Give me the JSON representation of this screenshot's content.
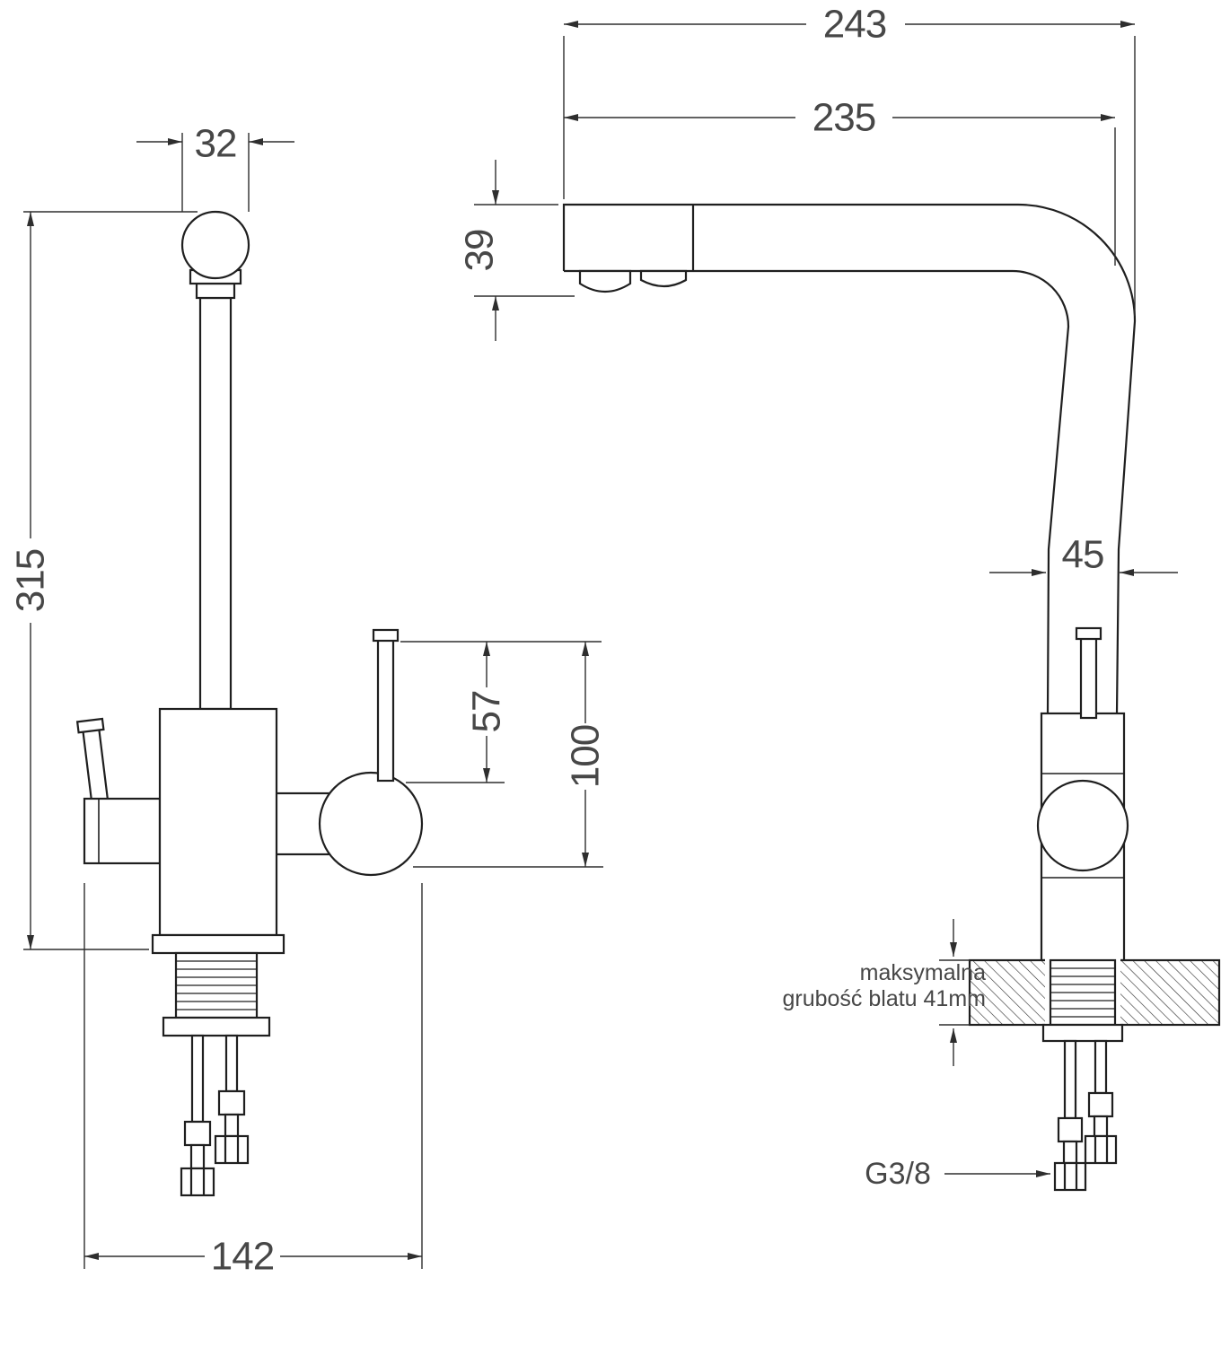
{
  "dims": {
    "d32": "32",
    "d39": "39",
    "d45": "45",
    "d57": "57",
    "d100": "100",
    "d142": "142",
    "d235": "235",
    "d243": "243",
    "d315": "315"
  },
  "notes": {
    "counter_line1": "maksymalna",
    "counter_line2": "grubość blatu 41mm",
    "thread": "G3/8"
  },
  "style": {
    "line_color": "#1f1f1f",
    "dimension_color": "#2e2e2e",
    "text_color": "#474747",
    "background": "#ffffff"
  }
}
